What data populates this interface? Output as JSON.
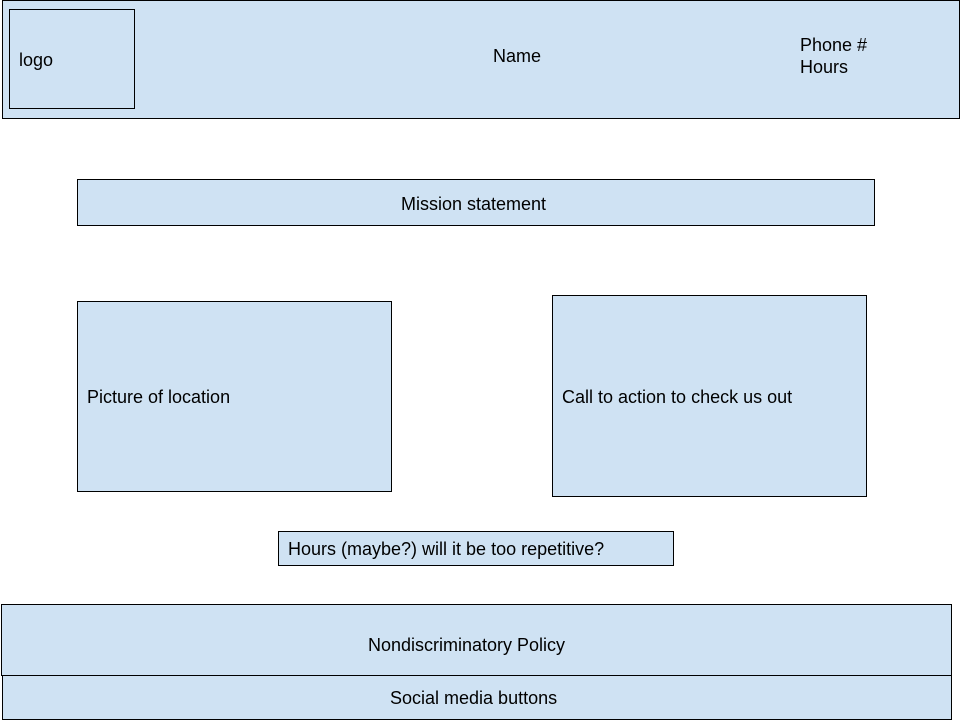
{
  "colors": {
    "fill": "#cfe2f3",
    "stroke": "#000000",
    "background": "#ffffff"
  },
  "header": {
    "logo_label": "logo",
    "name_label": "Name",
    "phone_label": "Phone #",
    "hours_label": "Hours"
  },
  "mission": {
    "label": "Mission statement"
  },
  "location_picture": {
    "label": "Picture of location"
  },
  "call_to_action": {
    "label": "Call to action to check us out"
  },
  "hours_note": {
    "label": "Hours (maybe?) will it be too repetitive?"
  },
  "footer": {
    "policy_label": "Nondiscriminatory Policy",
    "social_label": "Social media buttons"
  }
}
